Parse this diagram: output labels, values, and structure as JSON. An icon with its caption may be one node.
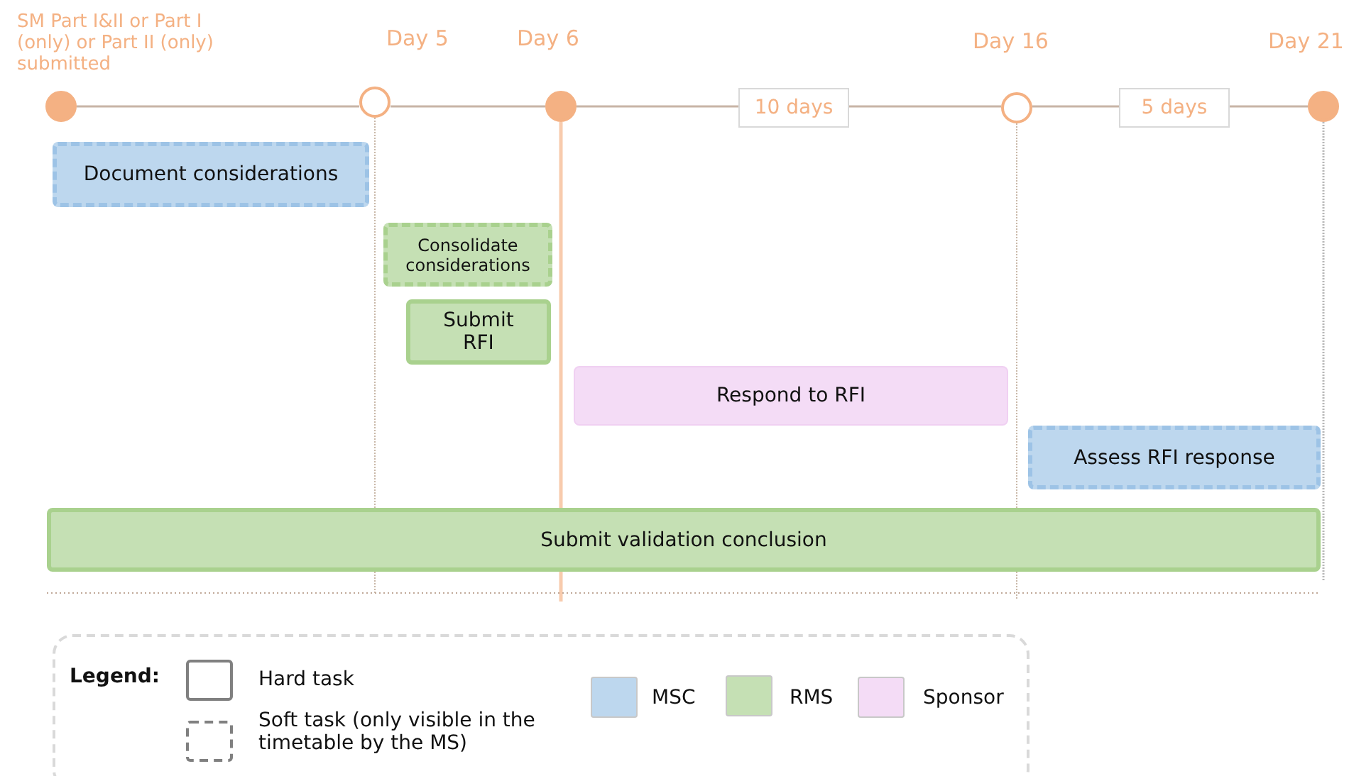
{
  "diagram": {
    "nodes": [
      {
        "text": [
          "SM Part I&II or Part I (only) or Part II (only) submitted"
        ]
      },
      {
        "text": [
          "Day 5"
        ]
      },
      {
        "text": [
          "Day 6"
        ]
      },
      {
        "text": [
          "Day 16"
        ]
      },
      {
        "text": [
          "Day 21"
        ]
      },
      {
        "text": [
          "Document considerations"
        ]
      },
      {
        "text": [
          "Consolidate considerations"
        ]
      },
      {
        "text": [
          "Submit RFI"
        ]
      },
      {
        "text": [
          "Respond to RFI"
        ]
      },
      {
        "text": [
          "Assess RFI response"
        ]
      },
      {
        "text": [
          "Submit validation conclusion"
        ]
      }
    ],
    "edges": [
      {
        "from": 0,
        "to": 1,
        "arrow": "none"
      },
      {
        "from": 1,
        "to": 2,
        "arrow": "none"
      },
      {
        "from": 2,
        "to": 3,
        "arrow": "none",
        "label": "10 days"
      },
      {
        "from": 3,
        "to": 4,
        "arrow": "none",
        "label": "5 days"
      }
    ],
    "labels": [
      "Legend:"
    ],
    "legend": [
      {
        "text": "Hard task"
      },
      {
        "text": "Soft task (only visible in the timetable by the MS)"
      },
      {
        "text": "MSC",
        "color": "#bdd7ee"
      },
      {
        "text": "RMS",
        "color": "#c5e0b4"
      },
      {
        "text": "Sponsor",
        "color": "#f4dcf6"
      }
    ]
  }
}
